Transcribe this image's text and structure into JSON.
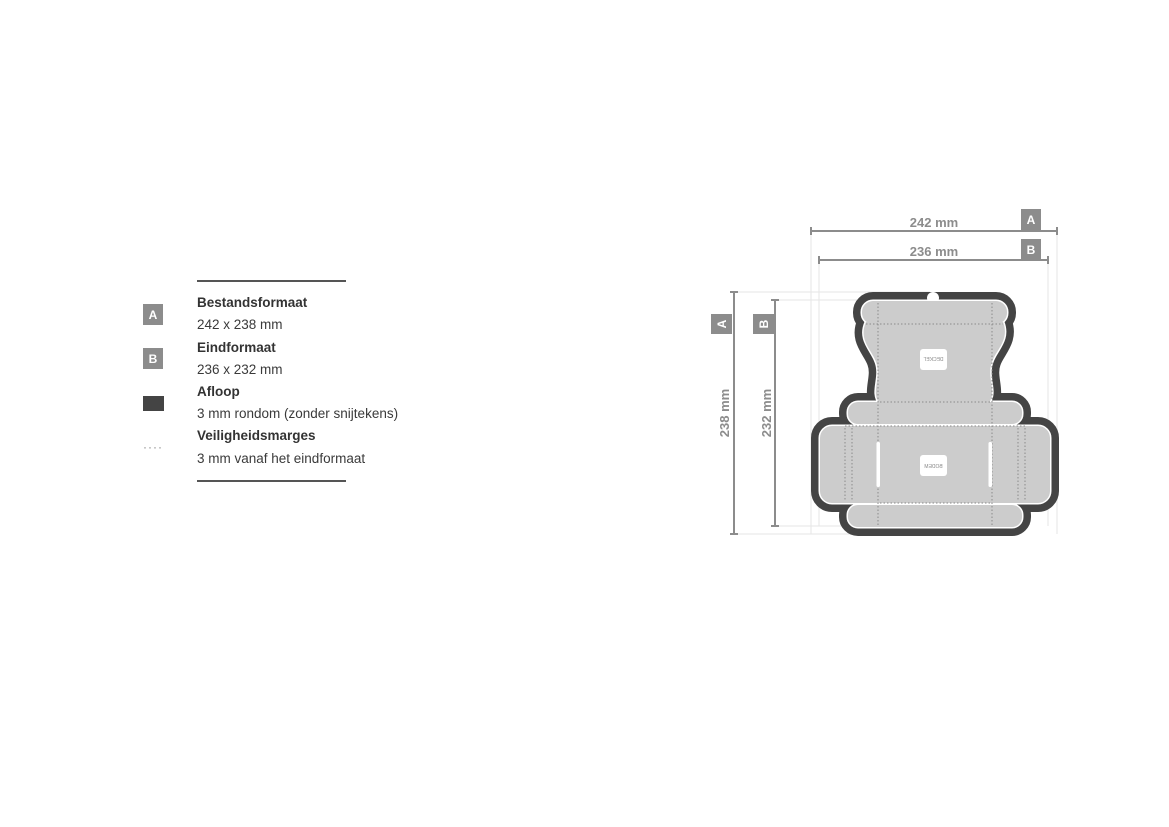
{
  "legend": {
    "items": [
      {
        "badge": "A",
        "title": "Bestandsformaat",
        "desc": "242 x 238 mm"
      },
      {
        "badge": "B",
        "title": "Eindformaat",
        "desc": "236 x 232 mm"
      },
      {
        "icon": "dark-swatch",
        "title": "Afloop",
        "desc": "3 mm rondom (zonder snijtekens)"
      },
      {
        "icon": "dotted-line",
        "title": "Veiligheidsmarges",
        "desc": "3 mm vanaf het eindformaat"
      }
    ]
  },
  "diagram": {
    "width_a": {
      "label": "242 mm",
      "badge": "A"
    },
    "width_b": {
      "label": "236 mm",
      "badge": "B"
    },
    "height_a": {
      "label": "238 mm",
      "badge": "A"
    },
    "height_b": {
      "label": "232 mm",
      "badge": "B"
    },
    "lid_label": "DECKEL",
    "bottom_label": "BODEM",
    "colors": {
      "bleed": "#444444",
      "panel": "#cccccc",
      "dimension": "#8c8c8c"
    }
  }
}
